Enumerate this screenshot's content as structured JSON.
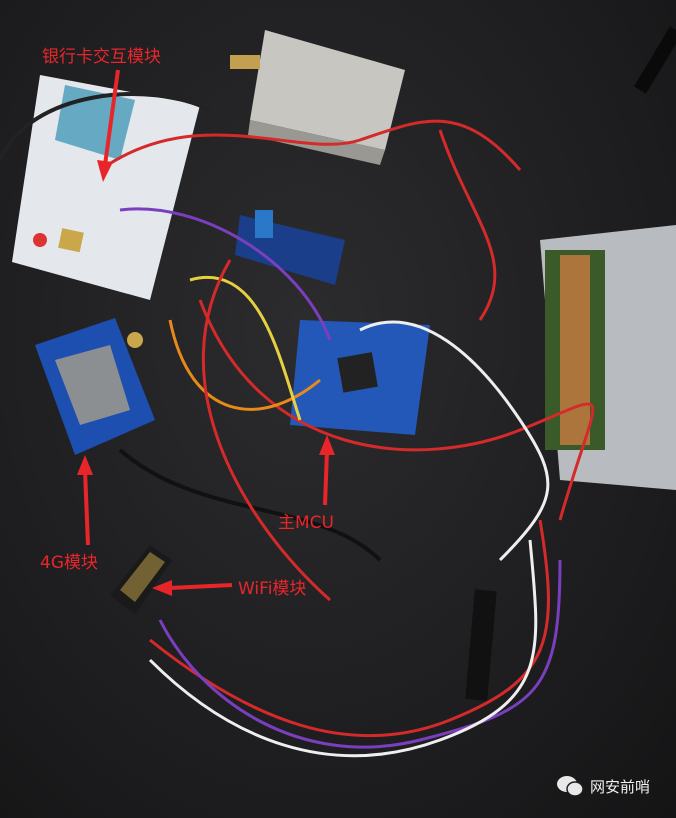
{
  "annotations": {
    "card_module": "银行卡交互模块",
    "module_4g": "4G模块",
    "main_mcu": "主MCU",
    "wifi_module": "WiFi模块"
  },
  "watermark": {
    "icon": "wechat-icon",
    "text": "网安前哨"
  },
  "colors": {
    "annotation": "#e8262a",
    "background": "#1e1e20"
  }
}
